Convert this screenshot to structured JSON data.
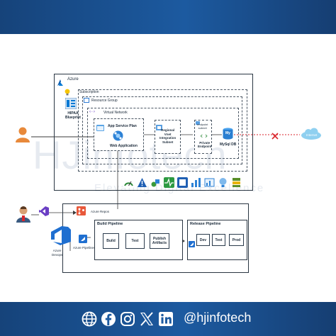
{
  "title_labels": {
    "azure": "Azure",
    "subscription": "Subscription",
    "resource_group": "Resource Group",
    "virtual_network": "Virtual Network",
    "hipaa": "HIPAA\nBlueprint",
    "app_service_plan": "App Service Plan",
    "web_application": "Web Application",
    "regional_vnet": "Regional\nVnet\nIntegration\nSubnet",
    "endpoint_subnet": "endpoint\nsubnet",
    "private_endpoint": "Private\nEndpoint",
    "mysql_db": "MySql DB",
    "mysql_badge": "My",
    "internet": "Internet"
  },
  "devops": {
    "azure_repos": "Azure Repos",
    "azure_pipelines": "Azure Pipelines",
    "azure_devops": "Azure\nDevops",
    "build_pipeline": "Build Pipeline",
    "release_pipeline": "Release Pipeline",
    "build_stages": [
      "Build",
      "Test",
      "Publish\nArtifacts"
    ],
    "release_stages": [
      "Dev",
      "Test",
      "Prod"
    ]
  },
  "watermark": {
    "brand": "HJinfotech",
    "tagline": "Elevating Digital Excellence"
  },
  "footer": {
    "handle": "@hjinfotech",
    "icons": [
      "globe-icon",
      "facebook-icon",
      "instagram-icon",
      "x-icon",
      "linkedin-icon"
    ]
  },
  "colors": {
    "band": "#1c5aa0",
    "user_orange": "#e8893a",
    "azure_blue": "#0078d4",
    "block_red": "#d9262c",
    "internet_cloud": "#8fd0f0"
  }
}
